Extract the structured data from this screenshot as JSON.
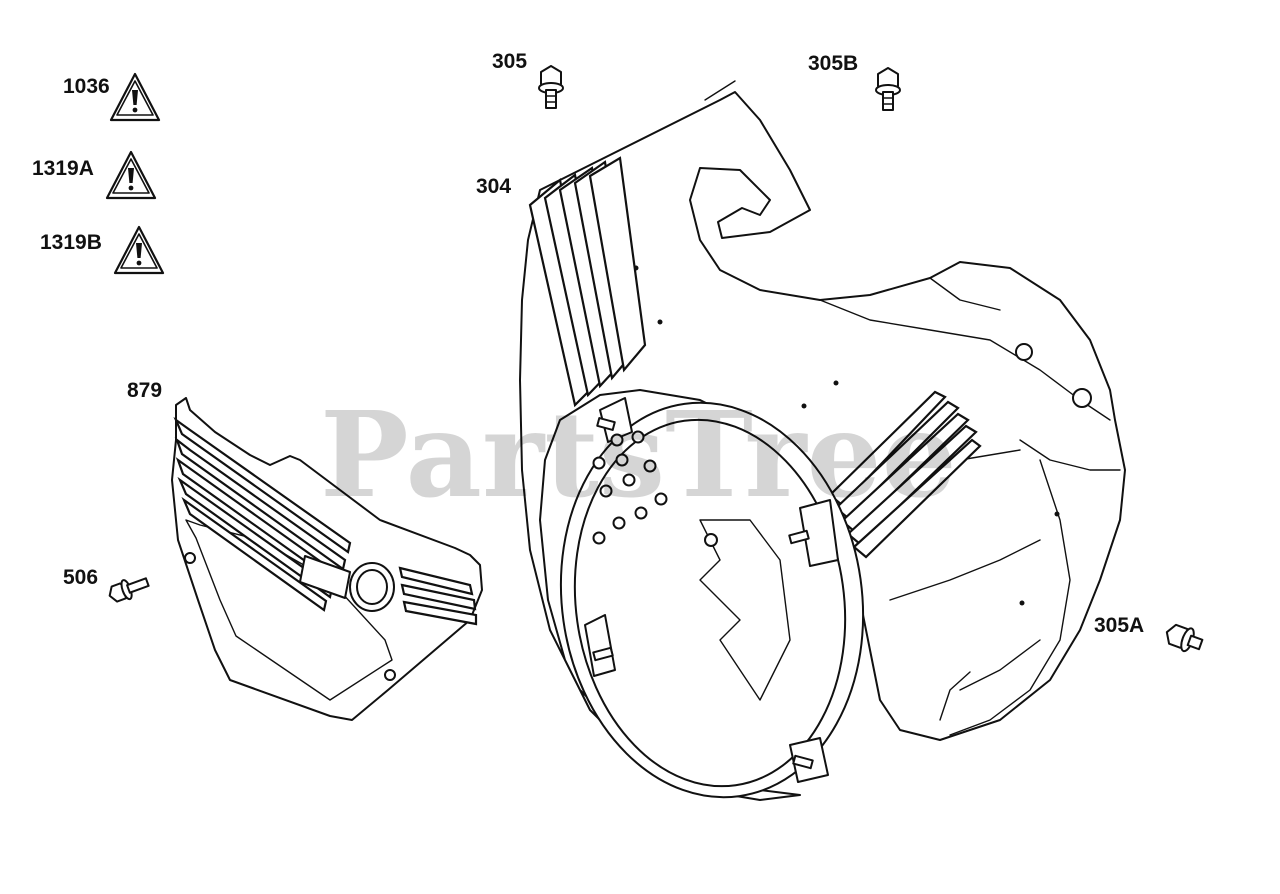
{
  "parts": [
    {
      "id": "1036",
      "label": "1036",
      "kind": "warning-label"
    },
    {
      "id": "1319A",
      "label": "1319A",
      "kind": "warning-label"
    },
    {
      "id": "1319B",
      "label": "1319B",
      "kind": "warning-label"
    },
    {
      "id": "305",
      "label": "305",
      "kind": "screw"
    },
    {
      "id": "305B",
      "label": "305B",
      "kind": "screw"
    },
    {
      "id": "305A",
      "label": "305A",
      "kind": "screw"
    },
    {
      "id": "304",
      "label": "304",
      "kind": "blower-housing"
    },
    {
      "id": "879",
      "label": "879",
      "kind": "cover"
    },
    {
      "id": "506",
      "label": "506",
      "kind": "screw"
    }
  ],
  "watermark": "PartsTree",
  "icons": {
    "warning": "warning-triangle-icon",
    "screw": "hex-screw-icon"
  },
  "colors": {
    "line": "#111111",
    "background": "#ffffff",
    "watermark": "#c8c8c8"
  }
}
